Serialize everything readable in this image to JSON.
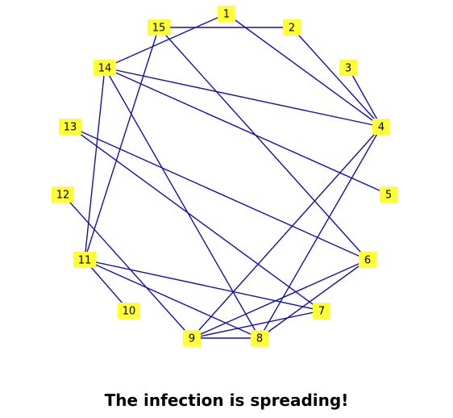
{
  "caption": "The infection is spreading!",
  "colors": {
    "edge": "#1010b4",
    "node_fill": "#ffff33",
    "label": "#000000"
  },
  "graph": {
    "nodes": [
      {
        "id": 1,
        "label": "1"
      },
      {
        "id": 2,
        "label": "2"
      },
      {
        "id": 3,
        "label": "3"
      },
      {
        "id": 4,
        "label": "4"
      },
      {
        "id": 5,
        "label": "5"
      },
      {
        "id": 6,
        "label": "6"
      },
      {
        "id": 7,
        "label": "7"
      },
      {
        "id": 8,
        "label": "8"
      },
      {
        "id": 9,
        "label": "9"
      },
      {
        "id": 10,
        "label": "10"
      },
      {
        "id": 11,
        "label": "11"
      },
      {
        "id": 12,
        "label": "12"
      },
      {
        "id": 13,
        "label": "13"
      },
      {
        "id": 14,
        "label": "14"
      },
      {
        "id": 15,
        "label": "15"
      }
    ],
    "edges": [
      [
        15,
        2
      ],
      [
        1,
        14
      ],
      [
        1,
        4
      ],
      [
        2,
        4
      ],
      [
        3,
        4
      ],
      [
        15,
        11
      ],
      [
        15,
        6
      ],
      [
        14,
        4
      ],
      [
        14,
        5
      ],
      [
        14,
        11
      ],
      [
        14,
        8
      ],
      [
        13,
        6
      ],
      [
        13,
        7
      ],
      [
        12,
        9
      ],
      [
        11,
        10
      ],
      [
        11,
        7
      ],
      [
        11,
        8
      ],
      [
        4,
        9
      ],
      [
        4,
        8
      ],
      [
        6,
        9
      ],
      [
        6,
        8
      ],
      [
        7,
        9
      ],
      [
        9,
        8
      ]
    ]
  }
}
